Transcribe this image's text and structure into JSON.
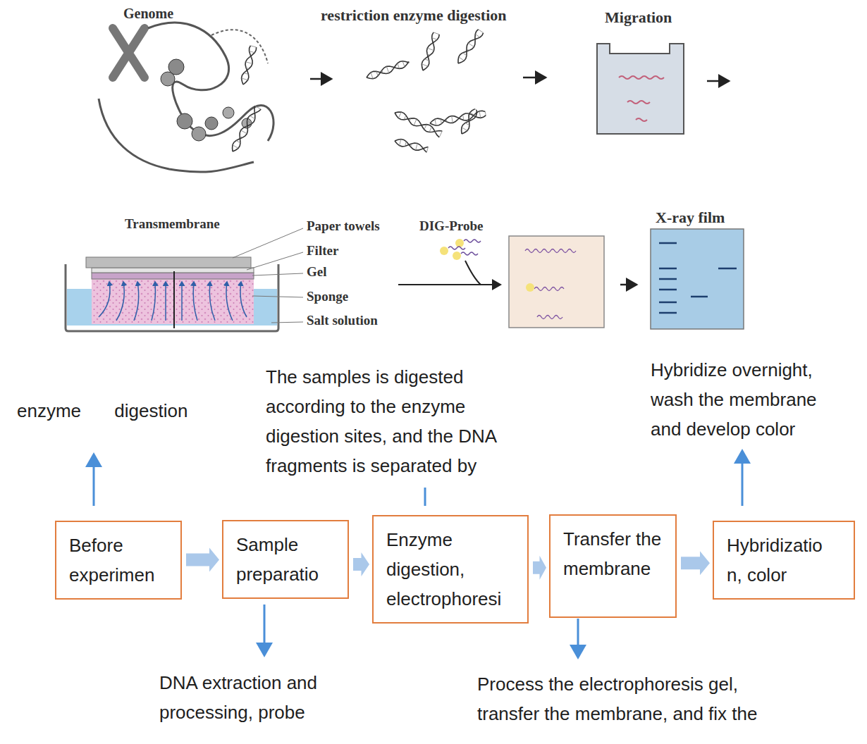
{
  "diagram": {
    "nodes": [
      {
        "text": [
          "Before experimen"
        ]
      },
      {
        "text": [
          "Sample preparatio"
        ]
      },
      {
        "text": [
          "Enzyme digestion, electrophoresi"
        ]
      },
      {
        "text": [
          "Transfer the membrane"
        ]
      },
      {
        "text": [
          "Hybridizatio n, color"
        ]
      }
    ],
    "edges": [
      {
        "from": 0,
        "to": 1,
        "arrow": "to"
      },
      {
        "from": 1,
        "to": 2,
        "arrow": "to"
      },
      {
        "from": 2,
        "to": 3,
        "arrow": "to"
      },
      {
        "from": 3,
        "to": 4,
        "arrow": "to"
      }
    ],
    "labels": [
      "Genome",
      "restriction enzyme digestion",
      "Migration",
      "Transmembrane",
      "Paper towels",
      "Filter",
      "Gel",
      "Sponge",
      "Salt solution",
      "DIG-Probe",
      "X-ray film",
      "enzyme digestion",
      "The samples is digested according to the enzyme digestion sites, and the DNA fragments is separated by",
      "Hybridize overnight, wash the membrane and develop color",
      "DNA extraction and processing, probe",
      "Process the electrophoresis gel, transfer the membrane, and fix the"
    ]
  }
}
